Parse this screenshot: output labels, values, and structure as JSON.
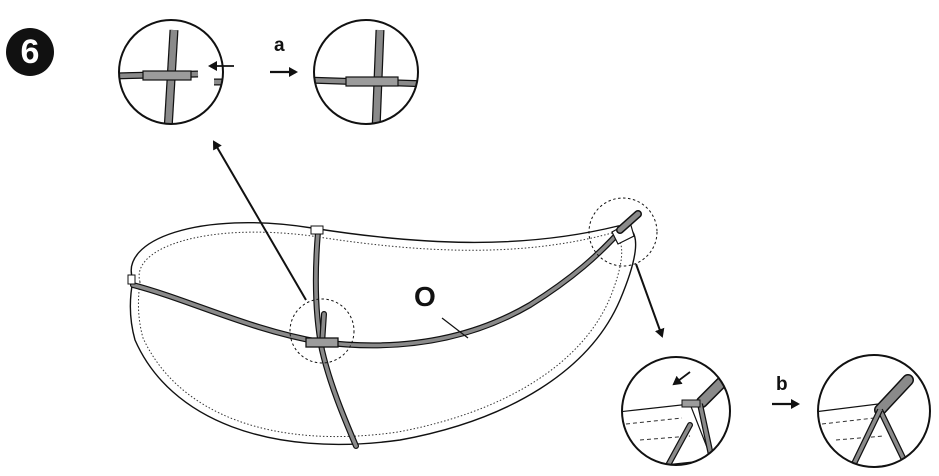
{
  "step": {
    "number": "6"
  },
  "labels": {
    "a": "a",
    "b": "b",
    "part": "O"
  },
  "colors": {
    "ink": "#111111",
    "pole": "#8a8a8a",
    "connector": "#9c9c9c",
    "fabric": "#ffffff"
  }
}
